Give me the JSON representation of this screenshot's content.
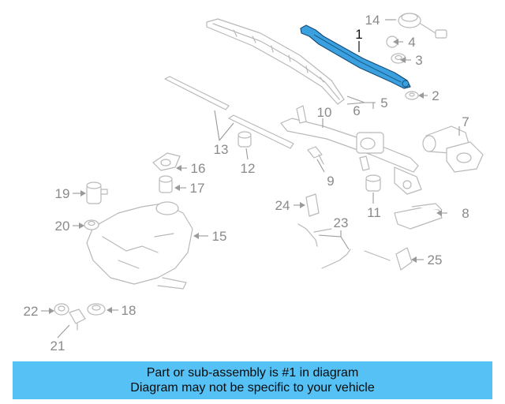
{
  "banner": {
    "line1": "Part or sub-assembly is #1 in diagram",
    "line2": "Diagram may not be specific to your vehicle"
  },
  "highlight_color": "#3aa0e0",
  "banner_color": "#55c1f5",
  "labels": {
    "n1": "1",
    "n2": "2",
    "n3": "3",
    "n4": "4",
    "n5": "5",
    "n6": "6",
    "n7": "7",
    "n8": "8",
    "n9": "9",
    "n10": "10",
    "n11": "11",
    "n12": "12",
    "n13": "13",
    "n14": "14",
    "n15": "15",
    "n16": "16",
    "n17": "17",
    "n18": "18",
    "n19": "19",
    "n20": "20",
    "n21": "21",
    "n22": "22",
    "n23": "23",
    "n24": "24",
    "n25": "25"
  }
}
